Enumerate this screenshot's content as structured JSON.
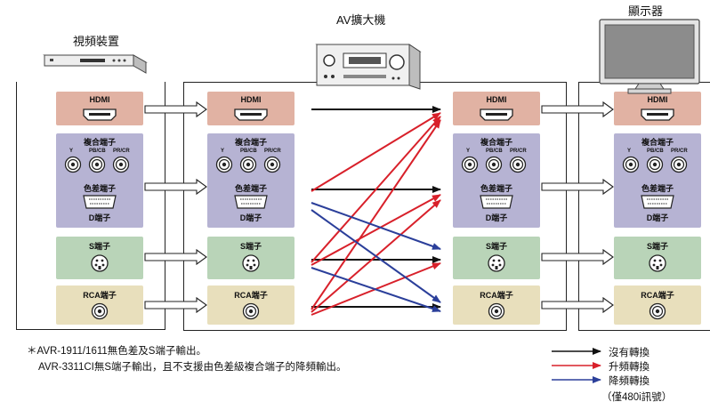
{
  "devices": {
    "source_title": "視頻裝置",
    "amp_title": "AV擴大機",
    "display_title": "顯示器"
  },
  "panels": {
    "hdmi": "HDMI",
    "composite": "複合端子",
    "y": "Y",
    "pb": "PB/CB",
    "pr": "PR/CR",
    "component": "色差端子",
    "d_term": "D端子",
    "s_term": "S端子",
    "rca": "RCA端子"
  },
  "notes": {
    "line1": "＊AVR-1911/1611無色差及S端子輸出。",
    "line2": "AVR-3311CI無S端子輸出，且不支援由色差級複合端子的降頻輸出。"
  },
  "legend": {
    "no_conversion": "沒有轉換",
    "upconvert": "升頻轉換",
    "downconvert": "降頻轉換",
    "downconvert_note": "（僅480i訊號）"
  },
  "colors": {
    "no_conversion": "#111111",
    "upconvert": "#d8202a",
    "downconvert": "#2b3f9a",
    "hdmi_panel": "#e1b2a3",
    "composite_panel": "#b6b3d3",
    "s_panel": "#b9d4b8",
    "rca_panel": "#e8dfbc"
  },
  "icons": [
    "dvd-player-icon",
    "av-receiver-icon",
    "monitor-icon",
    "hdmi-port-icon",
    "rca-jack-icon",
    "d-terminal-icon",
    "s-video-port-icon"
  ]
}
